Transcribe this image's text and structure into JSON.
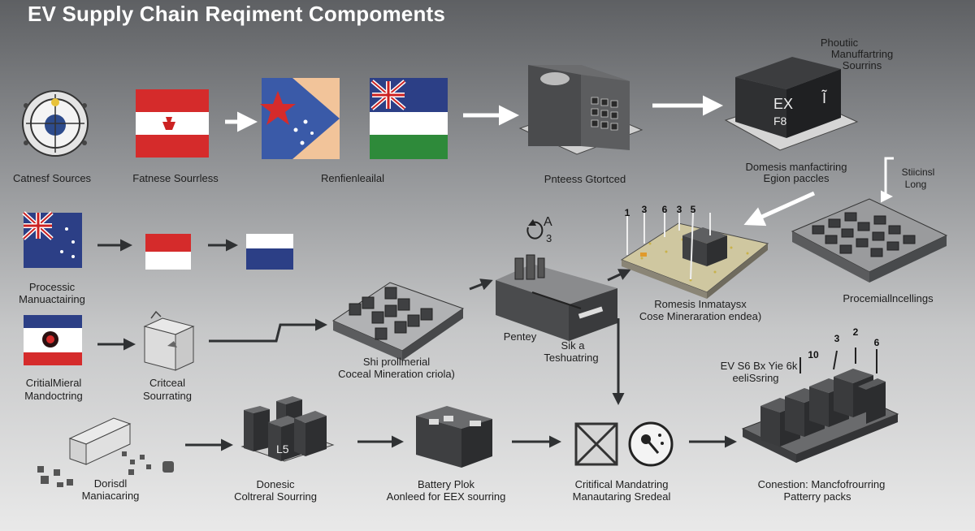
{
  "title": "EV Supply Chain  Reqiment  Compoments",
  "labels": {
    "l1": "Catnesf Sources",
    "l2": "Fatnese Sourrless",
    "l3": "Renfienleailal",
    "l4": "Pnteess Gtortced",
    "l5a": "Phoutiic",
    "l5b": "Manuffartring",
    "l5c": "Sourrins",
    "l6a": "Domesis manfactiring",
    "l6b": "Egion paccles",
    "l7a": "Stiicinsl",
    "l7b": "Long",
    "l8a": "Processic",
    "l8b": "Manuactairing",
    "l9a": "CritialMieral",
    "l9b": "Mandoctring",
    "l10a": "Critceal",
    "l10b": "Sourrating",
    "l11a": "Shi prollmerial",
    "l11b": "Coceal Mineration criola)",
    "l12": "Pentey",
    "l13a": "Sik a",
    "l13b": "Teshuatring",
    "l14a": "Romesis Inmataysx",
    "l14b": "Cose Mineraration endea)",
    "l15": "Procemiallncellings",
    "l16a": "EV S6 Bx Yie 6k",
    "l16b": "eeliSsring",
    "l17a": "Dorisdl",
    "l17b": "Maniacaring",
    "l18a": "Donesic",
    "l18b": "Coltreral Sourring",
    "l19a": "Battery Plok",
    "l19b": "Aonleed for EEX sourring",
    "l20a": "Critifical Mandatring",
    "l20b": "Manautaring Sredeal",
    "l21a": "Conestion: Mancfofrourring",
    "l21b": "Patterry packs"
  },
  "marks": {
    "ex_a": "EX",
    "ex_b": "F8",
    "ex_c": "Ĩ",
    "cyc_a": "A",
    "cyc_b": "3",
    "n1": "1",
    "n3": "3",
    "n6": "6",
    "n3b": "3",
    "n5": "5",
    "n10": "10",
    "n3c": "3",
    "n2": "2",
    "n6b": "6",
    "l5": "L5"
  },
  "colors": {
    "flag_red": "#d52b2b",
    "flag_blue": "#2c3f86",
    "flag_green": "#2e8a3a",
    "dark_block": "#3e3f41",
    "chip_gold": "#c9b24a"
  }
}
